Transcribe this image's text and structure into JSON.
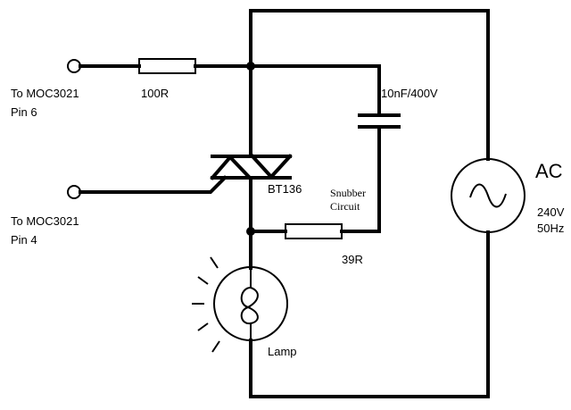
{
  "labels": {
    "pin6_line1": "To MOC3021",
    "pin6_line2": "Pin 6",
    "pin4_line1": "To MOC3021",
    "pin4_line2": "Pin 4",
    "resistor_100r": "100R",
    "capacitor": "10nF/400V",
    "triac": "BT136",
    "snubber_line1": "Snubber",
    "snubber_line2": "Circuit",
    "resistor_39r": "39R",
    "lamp": "Lamp",
    "ac_title": "AC",
    "ac_voltage": "240V",
    "ac_freq": "50Hz"
  }
}
